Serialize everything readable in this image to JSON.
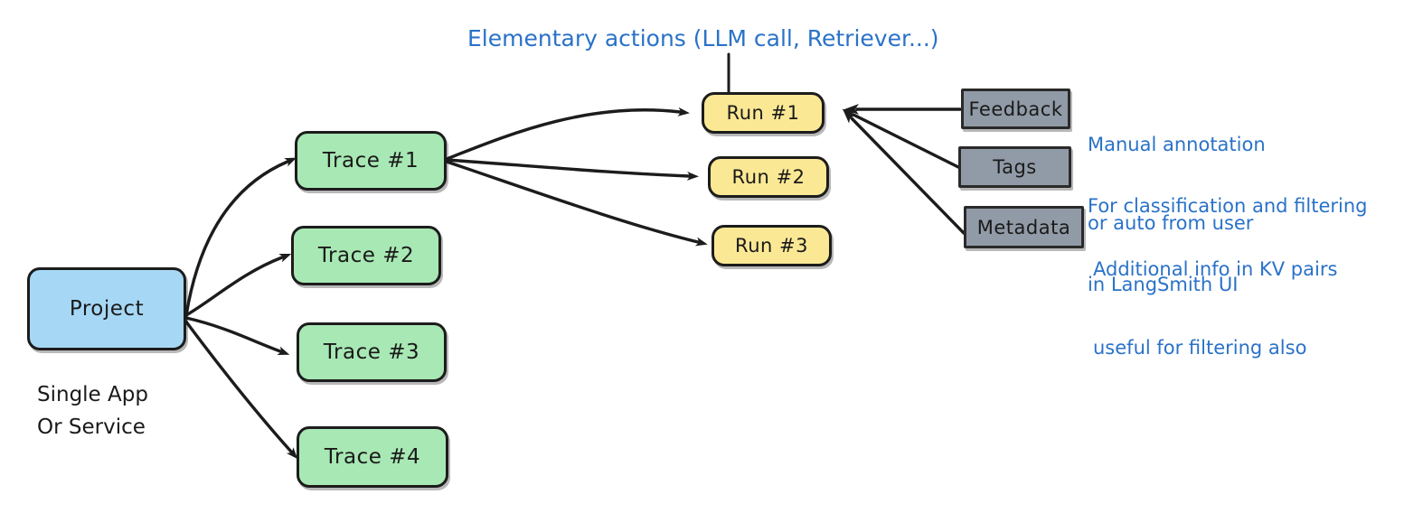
{
  "diagram": {
    "title_note": "Elementary actions (LLM call, Retriever...)",
    "project": {
      "label": "Project",
      "caption_line1": "Single App",
      "caption_line2": "Or Service",
      "color": "#a6d8f5"
    },
    "traces": [
      {
        "label": "Trace #1"
      },
      {
        "label": "Trace #2"
      },
      {
        "label": "Trace #3"
      },
      {
        "label": "Trace #4"
      }
    ],
    "trace_color": "#a8e8b4",
    "runs": [
      {
        "label": "Run #1"
      },
      {
        "label": "Run #2"
      },
      {
        "label": "Run #3"
      }
    ],
    "run_color": "#fae894",
    "attributes": [
      {
        "label": "Feedback",
        "note_line1": "Manual annotation",
        "note_line2": "or auto from user"
      },
      {
        "label": "Tags",
        "note_line1": "For classification and filtering",
        "note_line2": "in LangSmith UI"
      },
      {
        "label": "Metadata",
        "note_line1": "Additional info in KV pairs",
        "note_line2": "useful for filtering also"
      }
    ],
    "attribute_color": "#919ba7",
    "annotation_color": "#2a72c8",
    "edge_color": "#1c1c1c"
  }
}
